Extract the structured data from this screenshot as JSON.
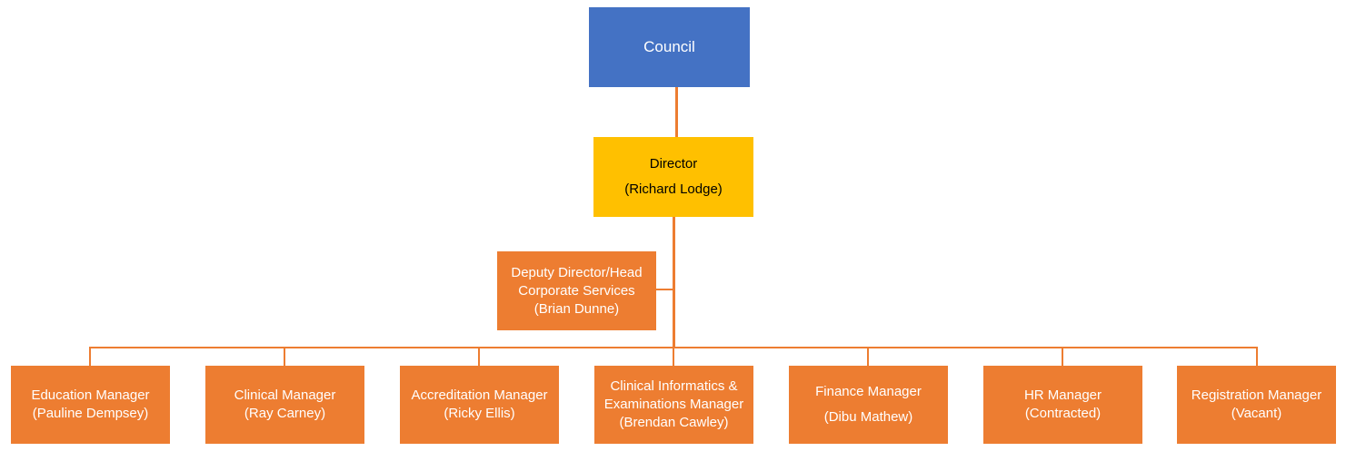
{
  "council": {
    "label": "Council"
  },
  "director": {
    "title": "Director",
    "name": "(Richard Lodge)"
  },
  "deputy": {
    "line1": "Deputy Director/Head",
    "line2": "Corporate Services",
    "line3": "(Brian Dunne)"
  },
  "managers": [
    {
      "title": "Education Manager",
      "name": "(Pauline Dempsey)"
    },
    {
      "title": "Clinical Manager",
      "name": "(Ray Carney)"
    },
    {
      "title": "Accreditation Manager",
      "name": "(Ricky Ellis)"
    },
    {
      "title": "Clinical Informatics &",
      "title2": "Examinations Manager",
      "name": "(Brendan Cawley)"
    },
    {
      "title": "Finance Manager",
      "name": "(Dibu Mathew)"
    },
    {
      "title": "HR Manager",
      "name": "(Contracted)"
    },
    {
      "title": "Registration Manager",
      "name": "(Vacant)"
    }
  ],
  "colors": {
    "connector": "#ED7D31",
    "council": "#4472C4",
    "director": "#FFC000",
    "staff": "#ED7D31"
  }
}
